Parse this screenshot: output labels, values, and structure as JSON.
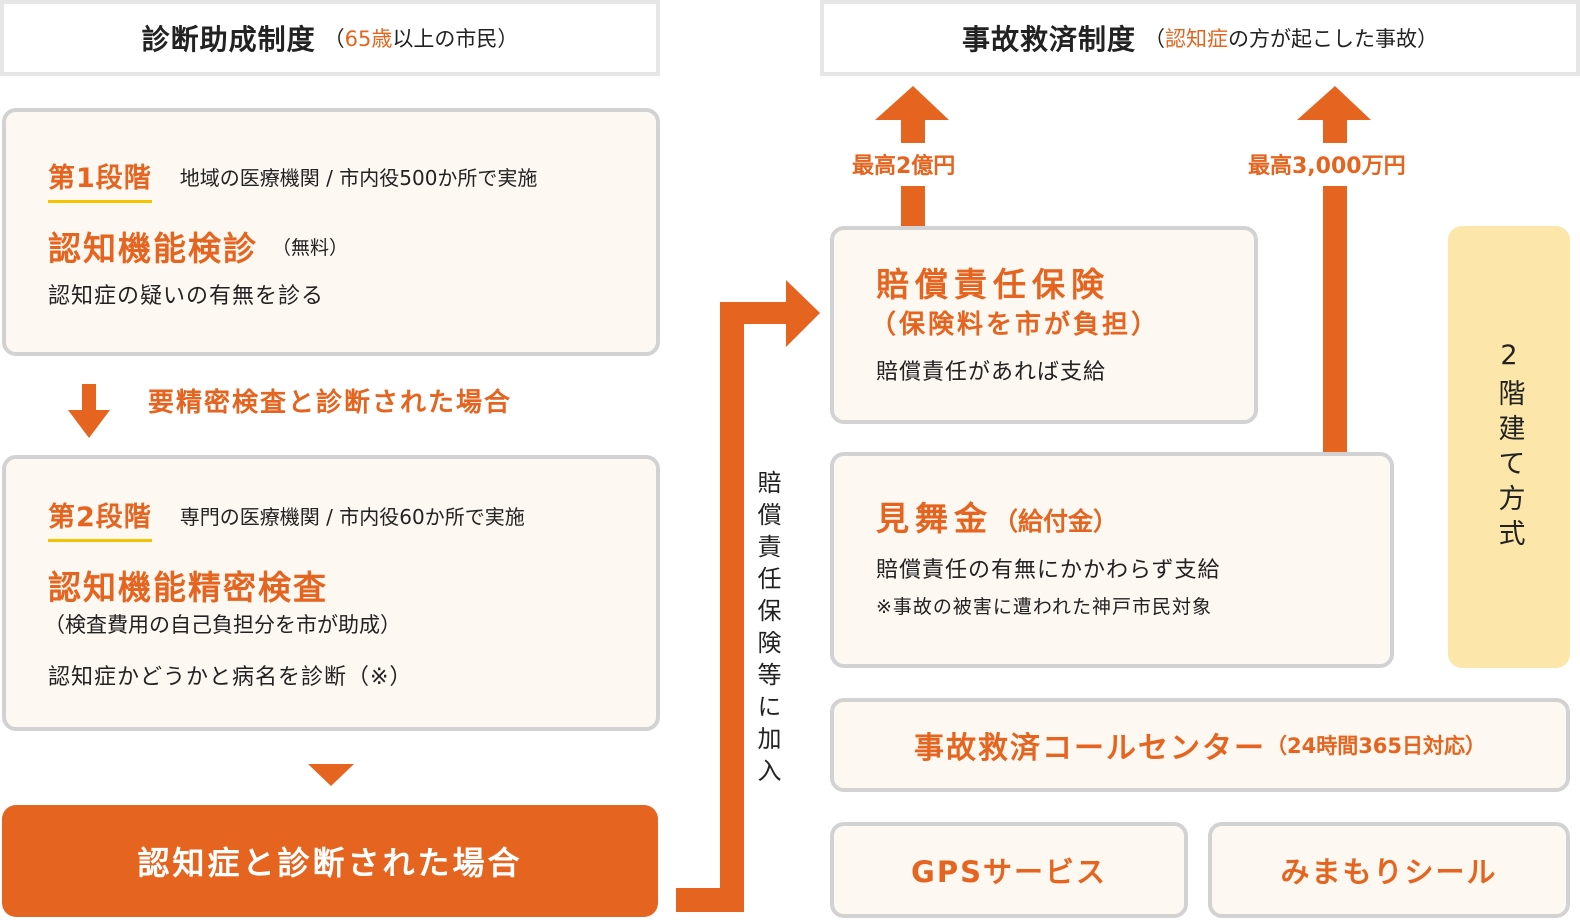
{
  "colors": {
    "accent": "#e5641f",
    "card_bg": "#fdf9f2",
    "card_border": "#d2d2d2",
    "highlight_bg": "#fce6a9",
    "underline": "#f5c400"
  },
  "left_section": {
    "header": {
      "title": "診断助成制度",
      "paren_open": "（",
      "age": "65歳",
      "rest": "以上の市民）"
    },
    "stage1": {
      "label": "第1段階",
      "desc": "地域の医療機関 / 市内役500か所で実施",
      "title": "認知機能検診",
      "title_note": "（無料）",
      "body": "認知症の疑いの有無を診る"
    },
    "transition": {
      "icon": "arrow-down-icon",
      "label": "要精密検査と診断された場合"
    },
    "stage2": {
      "label": "第2段階",
      "desc": "専門の医療機関 / 市内役60か所で実施",
      "title": "認知機能精密検査",
      "subtitle": "（検査費用の自己負担分を市が助成）",
      "body": "認知症かどうかと病名を診断（※）"
    },
    "diagnosed": {
      "icon": "triangle-down-icon",
      "label": "認知症と診断された場合"
    }
  },
  "connector": {
    "icon": "elbow-arrow-icon",
    "label": "賠償責任保険等に加入"
  },
  "right_section": {
    "header": {
      "title": "事故救済制度",
      "paren_open": "（",
      "highlight": "認知症",
      "rest": "の方が起こした事故）"
    },
    "insurance": {
      "arrow_label": "最高2億円",
      "title": "賠償責任保険",
      "subtitle": "（保険料を市が負担）",
      "body": "賠償責任があれば支給"
    },
    "benefit": {
      "arrow_label": "最高3,000万円",
      "title": "見舞金",
      "title_note": "（給付金）",
      "body": "賠償責任の有無にかかわらず支給",
      "note": "※事故の被害に遭われた神戸市民対象"
    },
    "two_storey": "2階建て方式",
    "call_center": {
      "title": "事故救済コールセンター",
      "note": "（24時間365日対応）"
    },
    "services": [
      {
        "label": "GPSサービス"
      },
      {
        "label": "みまもりシール"
      }
    ]
  }
}
